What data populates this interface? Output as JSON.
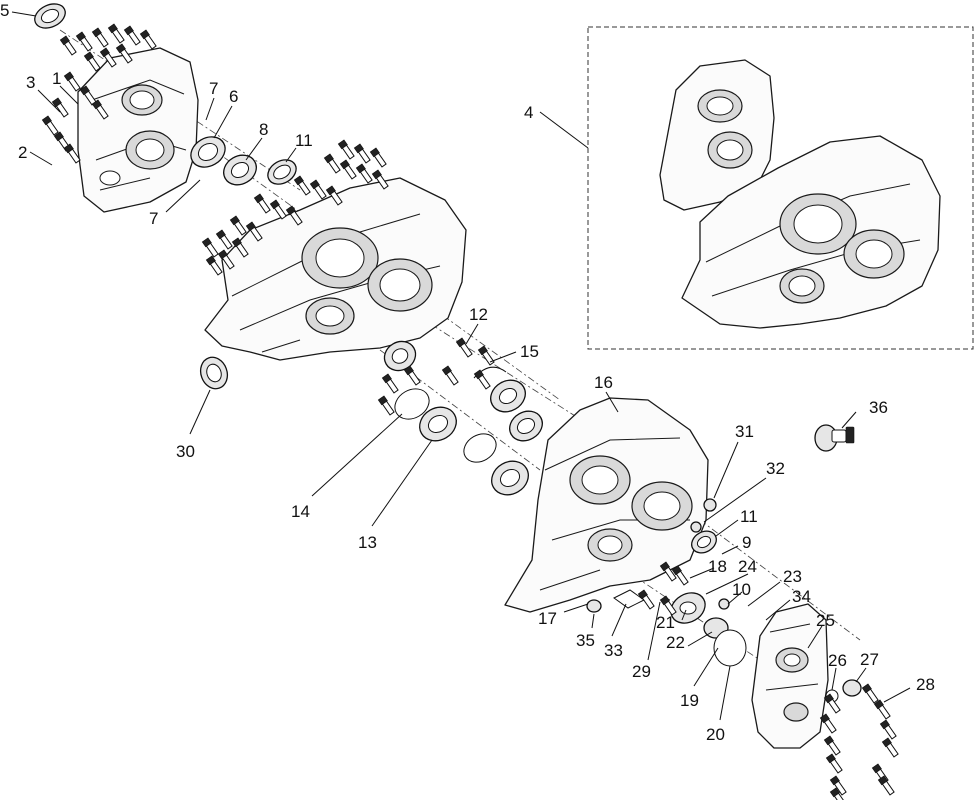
{
  "colors": {
    "line": "#1a1a1a",
    "background": "#ffffff",
    "fill": "#fbfbfb"
  },
  "callouts": [
    {
      "id": "c5",
      "text": "5"
    },
    {
      "id": "c3",
      "text": "3"
    },
    {
      "id": "c1",
      "text": "1"
    },
    {
      "id": "c2",
      "text": "2"
    },
    {
      "id": "c7a",
      "text": "7"
    },
    {
      "id": "c6",
      "text": "6"
    },
    {
      "id": "c8",
      "text": "8"
    },
    {
      "id": "c11a",
      "text": "11"
    },
    {
      "id": "c7b",
      "text": "7"
    },
    {
      "id": "c4",
      "text": "4"
    },
    {
      "id": "c12",
      "text": "12"
    },
    {
      "id": "c15",
      "text": "15"
    },
    {
      "id": "c16",
      "text": "16"
    },
    {
      "id": "c36",
      "text": "36"
    },
    {
      "id": "c30",
      "text": "30"
    },
    {
      "id": "c14",
      "text": "14"
    },
    {
      "id": "c13",
      "text": "13"
    },
    {
      "id": "c31",
      "text": "31"
    },
    {
      "id": "c32",
      "text": "32"
    },
    {
      "id": "c11b",
      "text": "11"
    },
    {
      "id": "c9",
      "text": "9"
    },
    {
      "id": "c18",
      "text": "18"
    },
    {
      "id": "c24",
      "text": "24"
    },
    {
      "id": "c10",
      "text": "10"
    },
    {
      "id": "c23",
      "text": "23"
    },
    {
      "id": "c34",
      "text": "34"
    },
    {
      "id": "c17",
      "text": "17"
    },
    {
      "id": "c25",
      "text": "25"
    },
    {
      "id": "c21",
      "text": "21"
    },
    {
      "id": "c35",
      "text": "35"
    },
    {
      "id": "c33",
      "text": "33"
    },
    {
      "id": "c29",
      "text": "29"
    },
    {
      "id": "c22",
      "text": "22"
    },
    {
      "id": "c26",
      "text": "26"
    },
    {
      "id": "c27",
      "text": "27"
    },
    {
      "id": "c28",
      "text": "28"
    },
    {
      "id": "c19",
      "text": "19"
    },
    {
      "id": "c20",
      "text": "20"
    }
  ]
}
